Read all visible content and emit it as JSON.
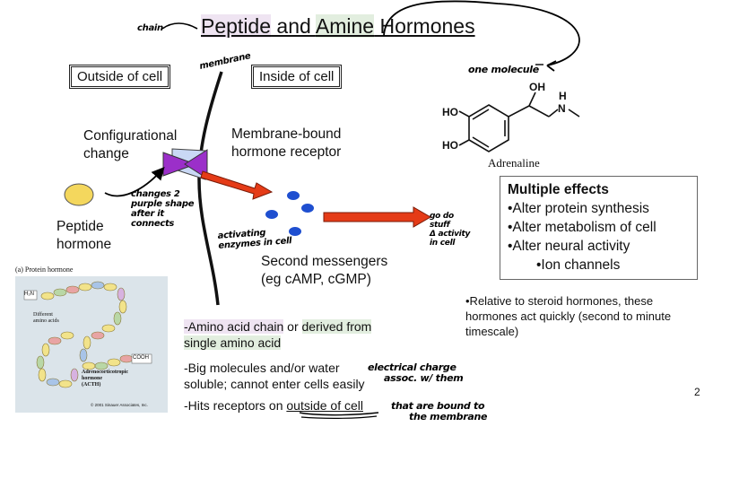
{
  "slide": {
    "title": {
      "p1": "Peptide",
      "p2": " and ",
      "p3": "Amine",
      "p4": " Hormones"
    },
    "outside_label": "Outside of cell",
    "inside_label": "Inside of cell",
    "configurational_change": [
      "Configurational",
      "change"
    ],
    "receptor_label": [
      "Membrane-bound",
      "hormone receptor"
    ],
    "peptide_label": [
      "Peptide",
      "hormone"
    ],
    "second_messengers": [
      "Second messengers",
      "(eg cAMP, cGMP)"
    ],
    "molecule_name": "Adrenaline",
    "molecule_atoms": {
      "oh_top": "OH",
      "ho_upper": "HO",
      "ho_lower": "HO",
      "nh": "H",
      "n": "N"
    },
    "effects": {
      "heading": "Multiple effects",
      "items": [
        "•Alter protein synthesis",
        "•Alter metabolism of cell",
        "•Alter neural activity",
        "•Ion channels"
      ]
    },
    "relative_note": [
      "•Relative to steroid hormones, these",
      "hormones act quickly (second to minute",
      "timescale)"
    ],
    "bullets": {
      "b1_pre": "-Amino acid chain",
      "b1_mid": " or ",
      "b1_hl": "derived from",
      "b1_line2": "single amino acid",
      "b2_line1": "-Big molecules and/or water",
      "b2_line2": "soluble; cannot enter cells easily",
      "b3_pre": "-Hits receptors on ",
      "b3_ul": "outside of cell"
    },
    "page_number": "2",
    "figure": {
      "label": "(a) Protein hormone",
      "h2n": "H₂N",
      "different": [
        "Different",
        "amino acids"
      ],
      "cooh": "COOH",
      "acth": [
        "Adrenocorticotropic",
        "hormone",
        "(ACTH)"
      ],
      "copyright": "© 2001 Sinauer Associates, Inc."
    }
  },
  "handwriting": {
    "chain": "chain",
    "membrane": "membrane",
    "one_molecule": "one molecule",
    "changes_shape": [
      "changes 2",
      "purple shape",
      "after it",
      "connects"
    ],
    "activating": [
      "activating",
      "enzymes in cell"
    ],
    "go_do_stuff": [
      "go do",
      "stuff",
      "Δ activity",
      "in cell"
    ],
    "electrical": [
      "electrical charge",
      "assoc. w/ them"
    ],
    "bound": [
      "that are bound to",
      "the membrane"
    ]
  },
  "colors": {
    "highlight_purple": "#efe4f2",
    "highlight_green": "#e2eedf",
    "arrow_red": "#e53b17",
    "messenger_blue": "#1f4fd0",
    "receptor_purple": "#9b2fc9",
    "hormone_yellow": "#f4d75d"
  }
}
